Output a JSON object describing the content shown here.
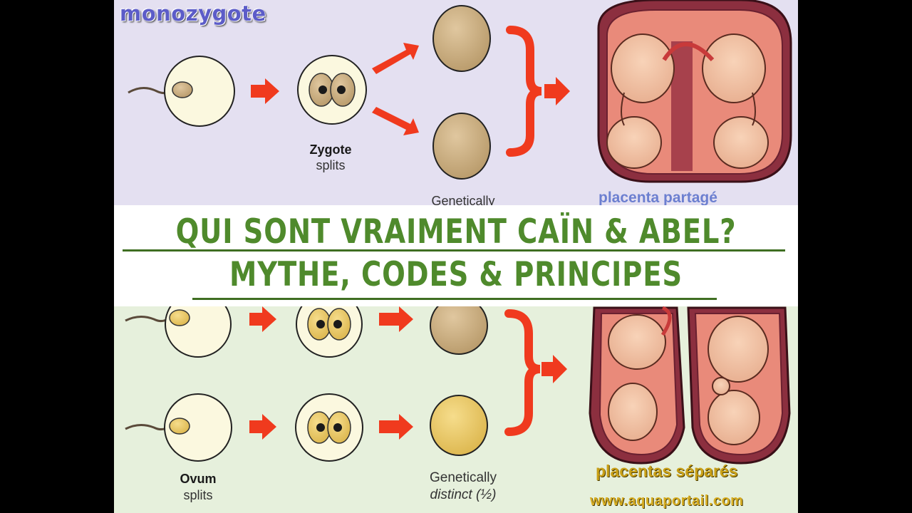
{
  "top_section": {
    "heading": "monozygote",
    "zygote_label": "Zygote",
    "zygote_sublabel": "splits",
    "genetic_label": "Genetically",
    "placenta_caption": "placenta partagé"
  },
  "title": {
    "line1": "QUI SONT VRAIMENT CAÏN & ABEL?",
    "line2": "MYTHE, CODES & PRINCIPES"
  },
  "bottom_section": {
    "ovum_label": "Ovum",
    "ovum_sublabel": "splits",
    "genetic_label": "Genetically",
    "genetic_sublabel": "distinct (½)",
    "placenta_caption": "placentas séparés",
    "watermark": "www.aquaportail.com"
  },
  "colors": {
    "top_bg": "#e4e0f1",
    "bottom_bg": "#e6f0dc",
    "arrow": "#f03a1e",
    "title_green": "#4f8a2c",
    "cell_cream": "#fbf8df",
    "cell_tan": "#d2b48c",
    "cell_yellow": "#efcf6c"
  },
  "icons": [
    "sperm-icon",
    "egg-cell-icon",
    "zygote-icon",
    "cell-icon",
    "arrow-icon",
    "bracket-icon",
    "womb-twins-icon"
  ]
}
